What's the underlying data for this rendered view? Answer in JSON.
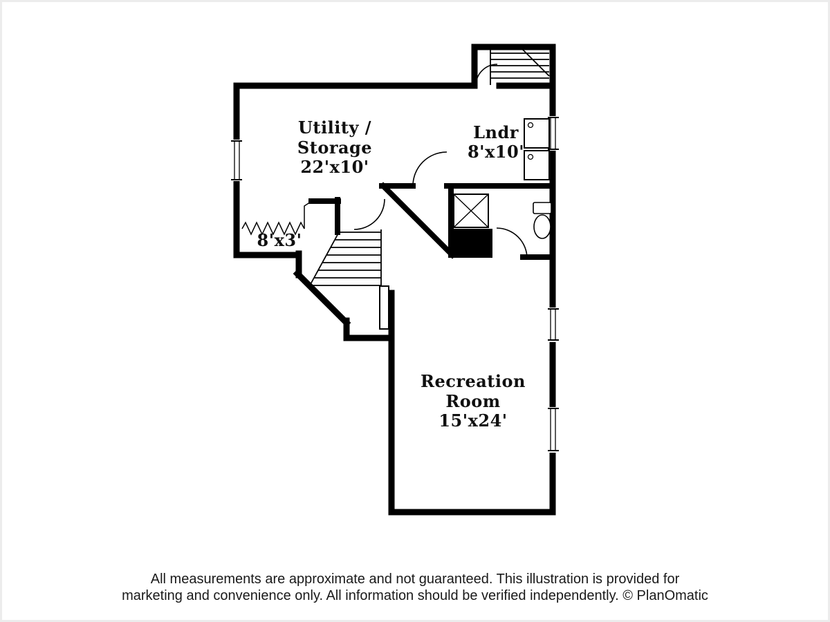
{
  "colors": {
    "wall": "#000000",
    "canvas": "#ffffff",
    "frame": "#ececec",
    "label_text": "#101010"
  },
  "rooms": {
    "utility": {
      "name_line1": "Utility /",
      "name_line2": "Storage",
      "dims": "22'x10'"
    },
    "laundry": {
      "name": "Lndr",
      "dims": "8'x10'"
    },
    "closet": {
      "dims": "8'x3'"
    },
    "recreation": {
      "name_line1": "Recreation",
      "name_line2": "Room",
      "dims": "15'x24'"
    }
  },
  "disclaimer": {
    "line1": "All measurements are approximate and not guaranteed. This illustration is provided for",
    "line2": "marketing and convenience only. All information should be verified independently. © PlanOmatic"
  }
}
